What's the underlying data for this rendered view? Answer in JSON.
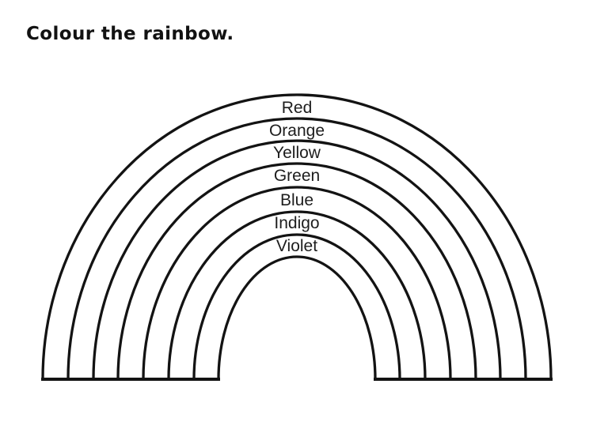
{
  "title": "Colour the rainbow.",
  "rainbow": {
    "ink_color": "#131313",
    "bands": [
      {
        "label": "Red"
      },
      {
        "label": "Orange"
      },
      {
        "label": "Yellow"
      },
      {
        "label": "Green"
      },
      {
        "label": "Blue"
      },
      {
        "label": "Indigo"
      },
      {
        "label": "Violet"
      }
    ]
  }
}
